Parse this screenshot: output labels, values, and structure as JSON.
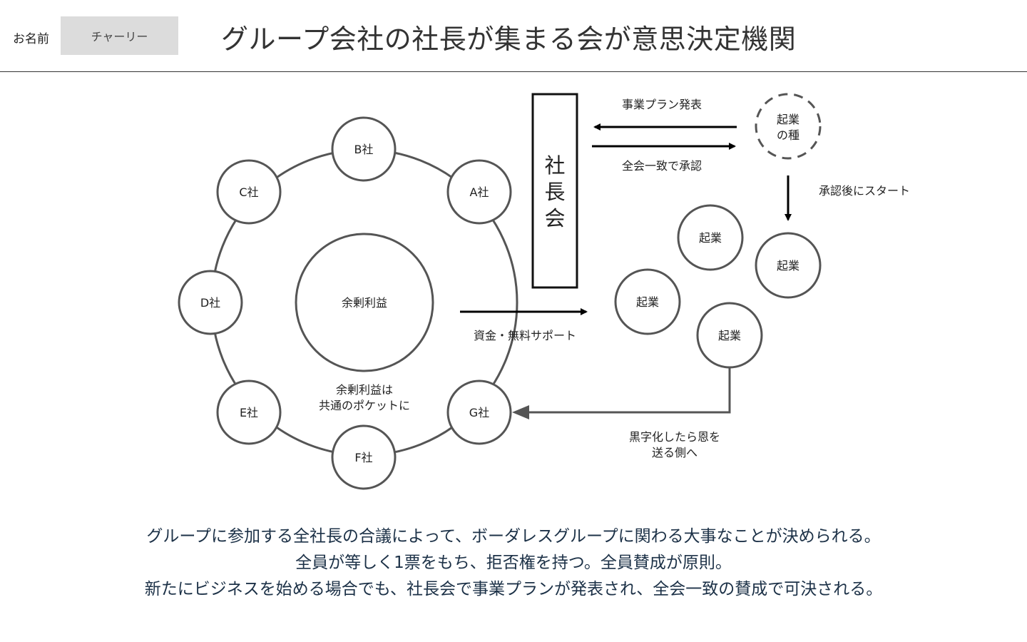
{
  "header": {
    "name_label": "お名前",
    "name_value": "チャーリー",
    "title": "グループ会社の社長が集まる会が意思決定機関"
  },
  "diagram": {
    "companies": [
      "A社",
      "B社",
      "C社",
      "D社",
      "E社",
      "F社",
      "G社"
    ],
    "center": "余剰利益",
    "pocket_line1": "余剰利益は",
    "pocket_line2": "共通のポケットに",
    "funding": "資金・無料サポート",
    "council_chars": [
      "社",
      "長",
      "会"
    ],
    "plan_announce": "事業プラン発表",
    "unanimous": "全会一致で承認",
    "seed_line1": "起業",
    "seed_line2": "の種",
    "start_after": "承認後にスタート",
    "startups": [
      "起業",
      "起業",
      "起業",
      "起業"
    ],
    "payforward_line1": "黒字化したら恩を",
    "payforward_line2": "送る側へ"
  },
  "description": [
    "グループに参加する全社長の合議によって、ボーダレスグループに関わる大事なことが決められる。",
    "全員が等しく1票をもち、拒否権を持つ。全員賛成が原則。",
    "新たにビジネスを始める場合でも、社長会で事業プランが発表され、全会一致の賛成で可決される。"
  ],
  "colors": {
    "stroke": "#555555",
    "text": "#222222",
    "desc": "#1c3147",
    "namebox": "#dcdcdc"
  }
}
